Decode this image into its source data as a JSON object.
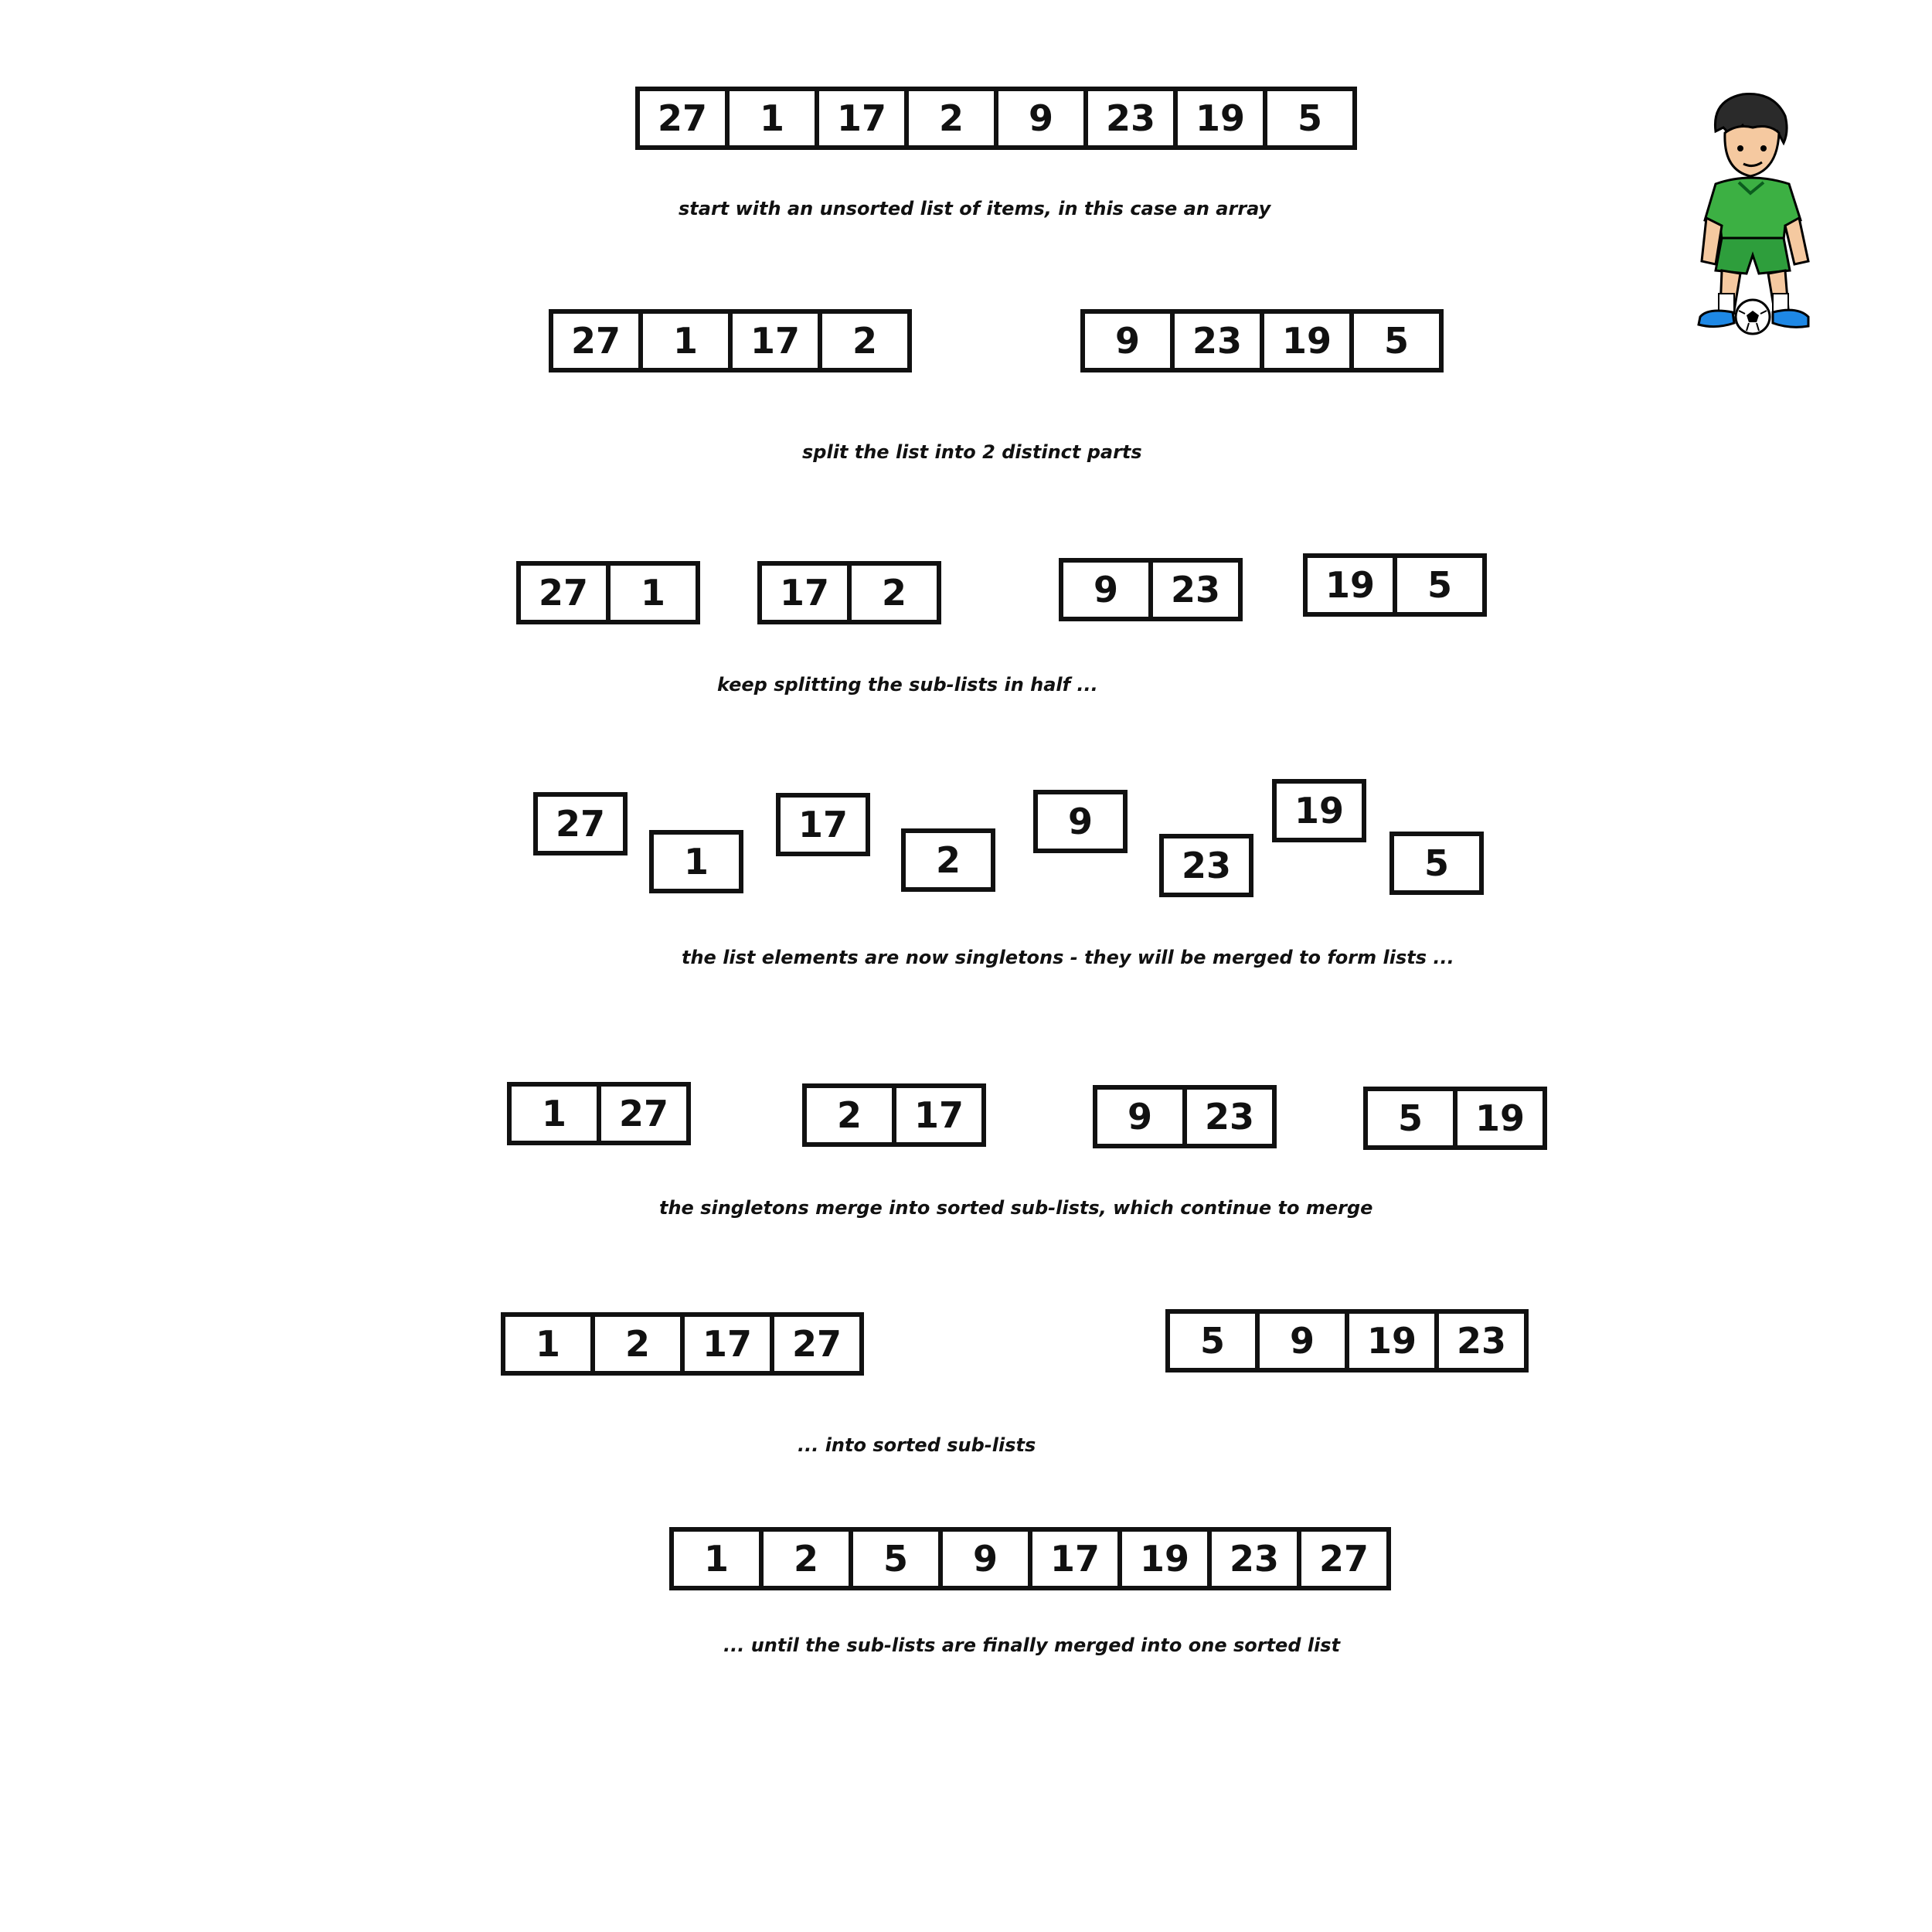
{
  "steps": {
    "initial": {
      "arrays": [
        [
          27,
          1,
          17,
          2,
          9,
          23,
          19,
          5
        ]
      ],
      "caption": "start with an unsorted list of items, in this case an array"
    },
    "split_halves": {
      "arrays": [
        [
          27,
          1,
          17,
          2
        ],
        [
          9,
          23,
          19,
          5
        ]
      ],
      "caption": "split the list into 2 distinct parts"
    },
    "split_quarters": {
      "arrays": [
        [
          27,
          1
        ],
        [
          17,
          2
        ],
        [
          9,
          23
        ],
        [
          19,
          5
        ]
      ],
      "caption": "keep splitting the sub-lists in half ..."
    },
    "singletons": {
      "arrays": [
        [
          27
        ],
        [
          1
        ],
        [
          17
        ],
        [
          2
        ],
        [
          9
        ],
        [
          23
        ],
        [
          19
        ],
        [
          5
        ]
      ],
      "caption": "the list elements are now singletons - they will be merged to form lists ..."
    },
    "merged_pairs": {
      "arrays": [
        [
          1,
          27
        ],
        [
          2,
          17
        ],
        [
          9,
          23
        ],
        [
          5,
          19
        ]
      ],
      "caption": "the singletons merge into sorted sub-lists, which continue to merge"
    },
    "merged_halves": {
      "arrays": [
        [
          1,
          2,
          17,
          27
        ],
        [
          5,
          9,
          19,
          23
        ]
      ],
      "caption": "... into sorted sub-lists"
    },
    "final": {
      "arrays": [
        [
          1,
          2,
          5,
          9,
          17,
          19,
          23,
          27
        ]
      ],
      "caption": "... until the sub-lists are finally merged into one sorted list"
    }
  },
  "illustration": {
    "icon": "soccer-player-icon",
    "shirt_color": "#3cb043",
    "boot_color": "#1e88e5"
  }
}
